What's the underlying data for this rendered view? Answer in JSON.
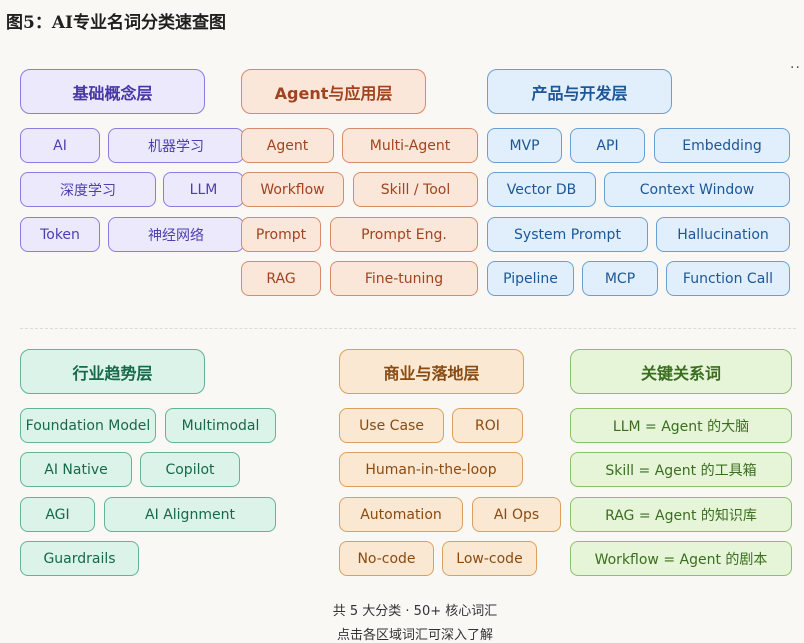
{
  "title": "图5：AI专业名词分类速查图",
  "more_glyph": "··",
  "sections": {
    "basic": {
      "header": "基础概念层",
      "chips": [
        "AI",
        "机器学习",
        "深度学习",
        "LLM",
        "Token",
        "神经网络"
      ]
    },
    "agent": {
      "header": "Agent与应用层",
      "chips": [
        "Agent",
        "Multi-Agent",
        "Workflow",
        "Skill / Tool",
        "Prompt",
        "Prompt Eng.",
        "RAG",
        "Fine-tuning"
      ]
    },
    "product": {
      "header": "产品与开发层",
      "chips": [
        "MVP",
        "API",
        "Embedding",
        "Vector DB",
        "Context Window",
        "System Prompt",
        "Hallucination",
        "Pipeline",
        "MCP",
        "Function Call"
      ]
    },
    "trend": {
      "header": "行业趋势层",
      "chips": [
        "Foundation Model",
        "Multimodal",
        "AI Native",
        "Copilot",
        "AGI",
        "AI Alignment",
        "Guardrails"
      ]
    },
    "business": {
      "header": "商业与落地层",
      "chips": [
        "Use Case",
        "ROI",
        "Human-in-the-loop",
        "Automation",
        "AI Ops",
        "No-code",
        "Low-code"
      ]
    },
    "relations": {
      "header": "关键关系词",
      "chips": [
        "LLM = Agent 的大脑",
        "Skill = Agent 的工具箱",
        "RAG = Agent 的知识库",
        "Workflow = Agent 的剧本"
      ]
    }
  },
  "footer": {
    "summary": "共 5 大分类 · 50+ 核心词汇",
    "hint": "点击各区域词汇可深入了解"
  },
  "colors": {
    "basic": "#8a7ce0",
    "agent": "#d98a68",
    "product": "#6a9fd6",
    "trend": "#5fb594",
    "business": "#dba15c",
    "relations": "#8cc06a"
  }
}
